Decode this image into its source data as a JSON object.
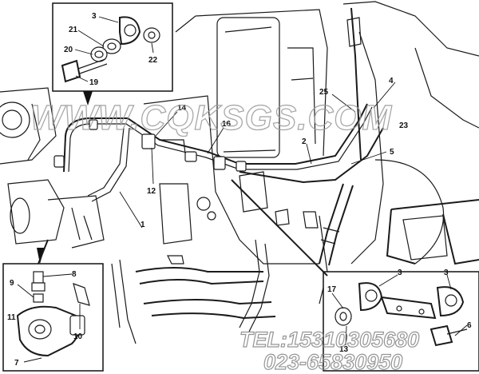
{
  "diagram": {
    "callouts": {
      "n1": "1",
      "n2": "2",
      "n3a": "3",
      "n3b": "3",
      "n3c": "3",
      "n4": "4",
      "n5": "5",
      "n6": "6",
      "n7": "7",
      "n8": "8",
      "n9": "9",
      "n10": "10",
      "n11": "11",
      "n12": "12",
      "n13": "13",
      "n14": "14",
      "n16": "16",
      "n17": "17",
      "n19": "19",
      "n20": "20",
      "n21": "21",
      "n22": "22",
      "n23": "23",
      "n25": "25"
    }
  },
  "watermark": {
    "url": "WWW.CQKSGS.COM",
    "tel": "TEL:15310305680",
    "phone": "023-65830950"
  }
}
